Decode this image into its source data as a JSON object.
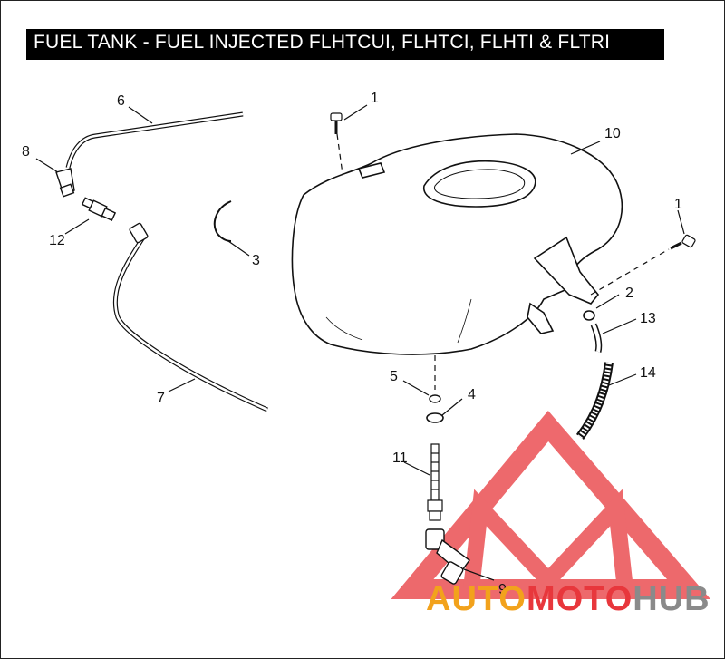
{
  "title": "FUEL TANK - FUEL INJECTED FLHTCUI,  FLHTCI, FLHTI & FLTRI",
  "callouts": {
    "c1a": "1",
    "c1b": "1",
    "c2": "2",
    "c3": "3",
    "c4": "4",
    "c5": "5",
    "c6": "6",
    "c7": "7",
    "c8": "8",
    "c9": "9",
    "c10": "10",
    "c11": "11",
    "c12": "12",
    "c13": "13",
    "c14": "14"
  },
  "watermark": {
    "part1": "AUTO",
    "part2": "MOTO",
    "part3": "HUB",
    "color_red": "#e8373c",
    "color_orange": "#f2a21c",
    "color_gray": "#8a8a8a"
  }
}
